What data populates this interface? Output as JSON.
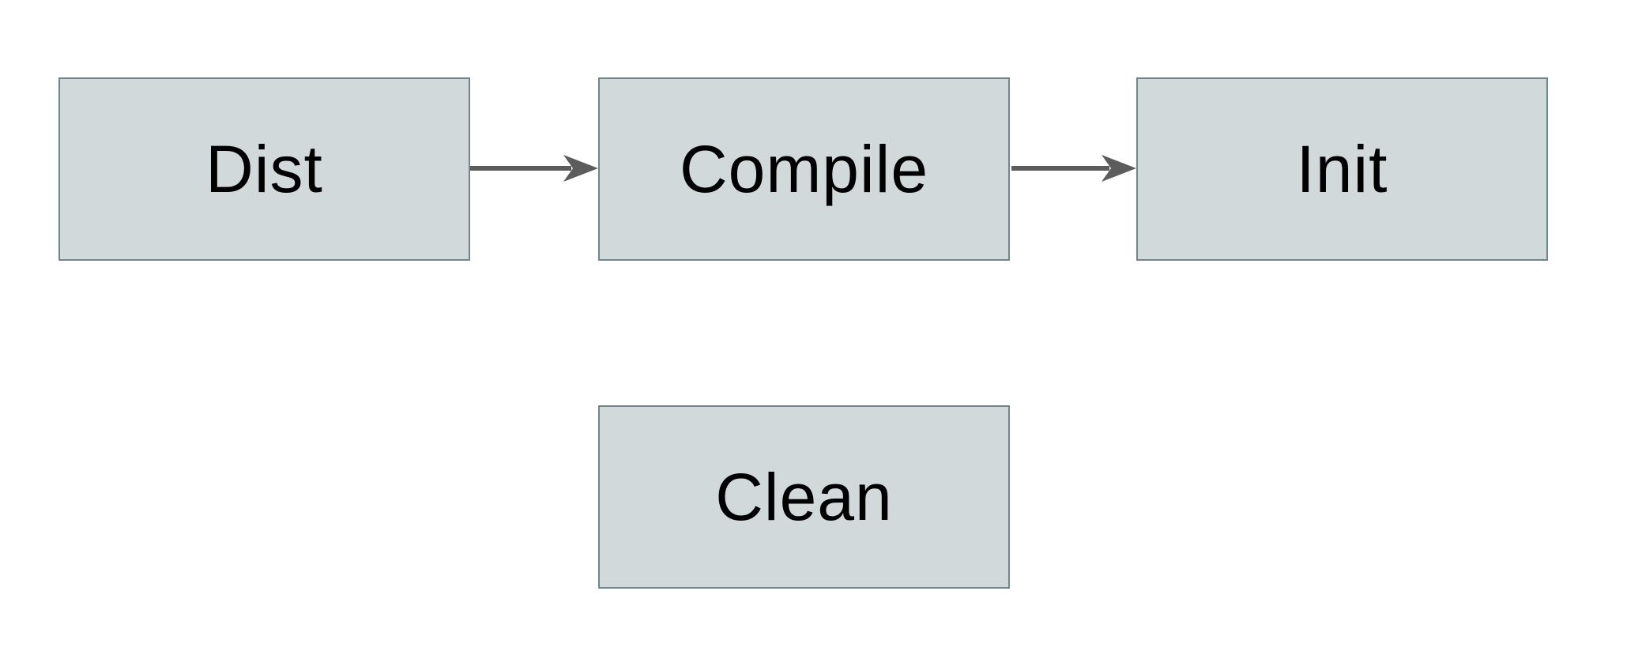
{
  "page": {
    "background": "#ffffff"
  },
  "diagram": {
    "type": "flowchart",
    "nodes": [
      {
        "id": "dist",
        "label": "Dist"
      },
      {
        "id": "compile",
        "label": "Compile"
      },
      {
        "id": "init",
        "label": "Init"
      },
      {
        "id": "clean",
        "label": "Clean"
      }
    ],
    "edges": [
      {
        "from": "dist",
        "to": "compile",
        "direction": "right"
      },
      {
        "from": "compile",
        "to": "init",
        "direction": "right"
      }
    ],
    "colors": {
      "node_fill": "#d2d9db",
      "node_border": "#71858f",
      "arrow": "#5c5c5c",
      "label_text": "#000000",
      "background": "#ffffff"
    }
  }
}
